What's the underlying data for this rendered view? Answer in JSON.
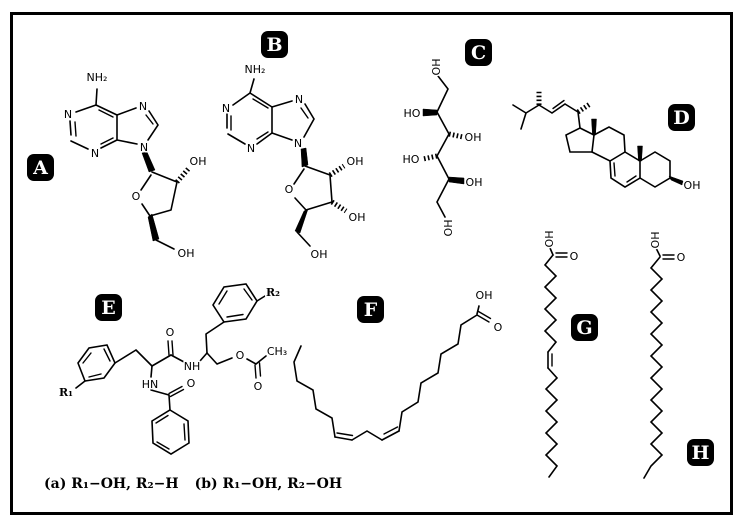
{
  "panel_labels": {
    "A": "A",
    "B": "B",
    "C": "C",
    "D": "D",
    "E": "E",
    "F": "F",
    "G": "G",
    "H": "H"
  },
  "figure": {
    "caption_a": "(a) R₁−OH, R₂−H",
    "caption_b": "(b) R₁−OH, R₂−OH"
  },
  "colors": {
    "ink": "#000000",
    "paper": "#ffffff"
  },
  "atoms": {
    "A": {
      "nh2": "NH₂",
      "n1": "N",
      "n3": "N",
      "n7": "N",
      "n9": "N",
      "o_ring": "O",
      "oh2": "OH",
      "oh5": "OH"
    },
    "B": {
      "nh2": "NH₂",
      "n1": "N",
      "n3": "N",
      "n7": "N",
      "n9": "N",
      "o_ring": "O",
      "oh2": "OH",
      "oh3": "OH",
      "oh5": "OH"
    },
    "C": {
      "oh_top": "OH",
      "ho2": "HO",
      "oh3": "OH",
      "ho4": "HO",
      "oh5": "OH",
      "oh_bottom": "OH"
    },
    "D": {
      "oh": "OH"
    },
    "E": {
      "r1": "R₁",
      "r2": "R₂",
      "o_amide": "O",
      "nh": "NH",
      "hn": "HN",
      "o_benzoyl": "O",
      "o_ester": "O",
      "o_ester_dbl": "O",
      "ch3": "CH₃"
    },
    "F": {
      "oh": "OH",
      "o": "O"
    },
    "G": {
      "oh": "OH",
      "o": "O"
    },
    "H": {
      "oh": "OH",
      "o": "O"
    }
  }
}
